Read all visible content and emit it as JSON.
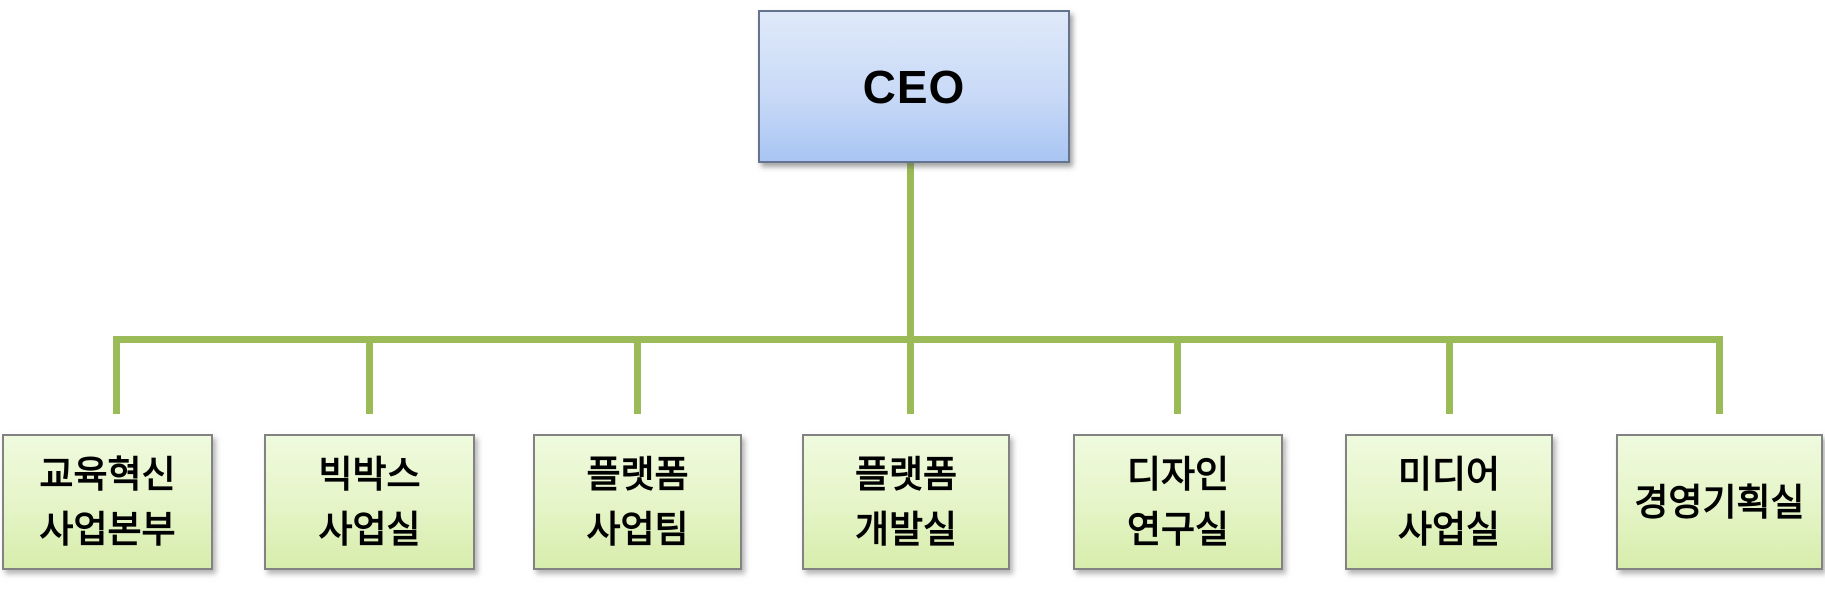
{
  "chart": {
    "type": "org-chart",
    "root": {
      "label": "CEO"
    },
    "departments": [
      {
        "label": "교육혁신\n사업본부"
      },
      {
        "label": "빅박스\n사업실"
      },
      {
        "label": "플랫폼\n사업팀"
      },
      {
        "label": "플랫폼\n개발실"
      },
      {
        "label": "디자인\n연구실"
      },
      {
        "label": "미디어\n사업실"
      },
      {
        "label": "경영기획실"
      }
    ],
    "colors": {
      "connector": "#9BBB59",
      "root_fill_top": "#DFE9F9",
      "root_fill_bottom": "#A9C5F3",
      "dept_fill_top": "#EFFADE",
      "dept_fill_bottom": "#D7EDAC"
    }
  }
}
